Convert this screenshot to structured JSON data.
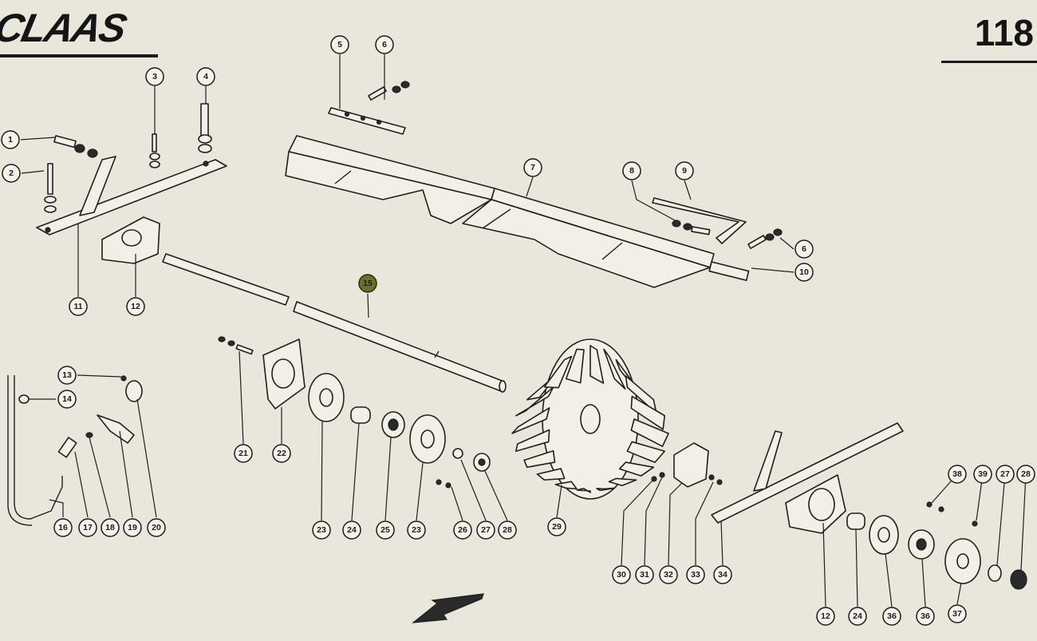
{
  "header": {
    "brand": "CLAAS",
    "page_number": "118"
  },
  "callouts": [
    "1",
    "2",
    "3",
    "4",
    "5",
    "6",
    "7",
    "8",
    "9",
    "6",
    "10",
    "11",
    "12",
    "15",
    "13",
    "14",
    "16",
    "17",
    "18",
    "19",
    "20",
    "21",
    "22",
    "23",
    "24",
    "25",
    "23",
    "26",
    "27",
    "28",
    "29",
    "30",
    "31",
    "32",
    "33",
    "34",
    "12",
    "24",
    "36",
    "36",
    "37",
    "38",
    "39",
    "27",
    "28"
  ],
  "colors": {
    "paper": "#e9e7dc",
    "ink": "#1b1b1b",
    "highlight_callout": "#6e6e2c"
  },
  "icons": {
    "direction_arrow": "arrow-down-left-icon"
  }
}
